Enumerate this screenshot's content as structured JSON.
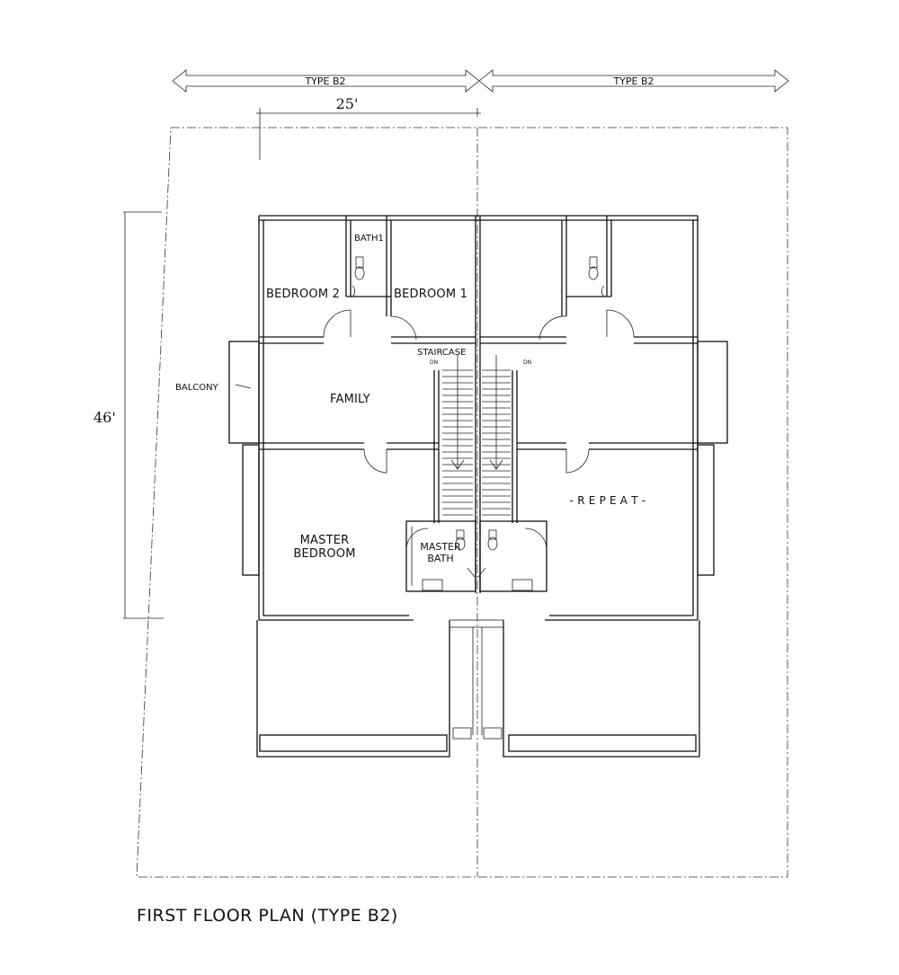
{
  "title": "FIRST FLOOR PLAN (TYPE B2)",
  "unit_types": [
    "TYPE B2",
    "TYPE B2"
  ],
  "dimensions": {
    "width": "25'",
    "depth": "46'"
  },
  "rooms": {
    "bedroom2": "BEDROOM 2",
    "bath1": "BATH1",
    "bedroom1": "BEDROOM 1",
    "staircase": "STAIRCASE",
    "family": "FAMILY",
    "balcony": "BALCONY",
    "master_bedroom_line1": "MASTER",
    "master_bedroom_line2": "BEDROOM",
    "master_bath_line1": "MASTER",
    "master_bath_line2": "BATH",
    "repeat": "- R E P E A T -",
    "dn1": "DN",
    "dn2": "DN"
  }
}
